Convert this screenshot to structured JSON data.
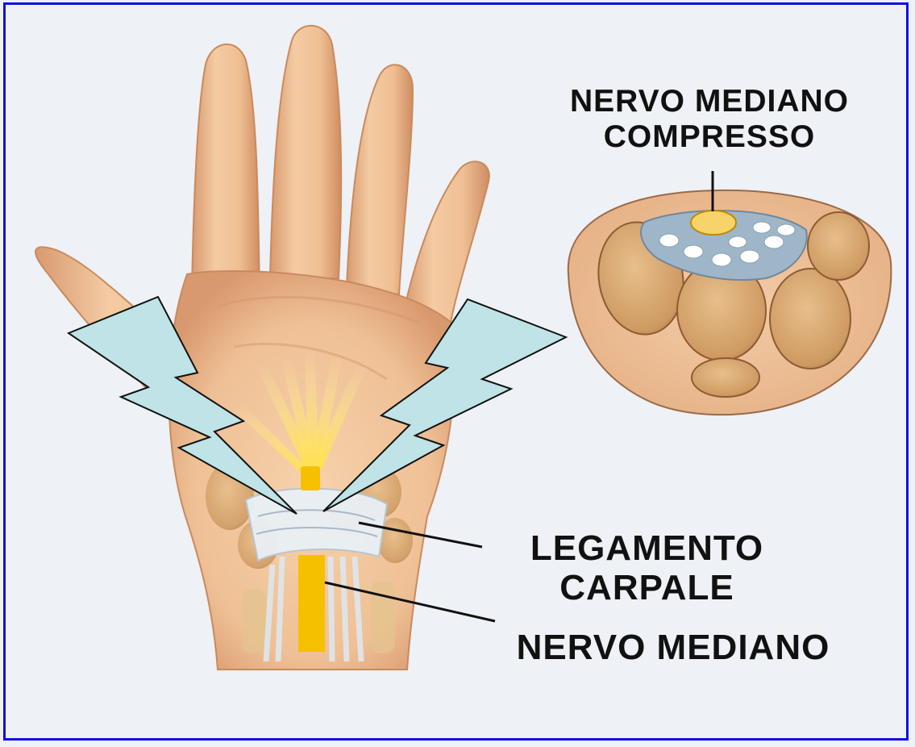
{
  "labels": {
    "compressed_nerve": [
      "NERVO MEDIANO",
      "COMPRESSO"
    ],
    "ligament": [
      "LEGAMENTO",
      "CARPALE"
    ],
    "median_nerve": "NERVO MEDIANO"
  },
  "colors": {
    "frame": "#1010e0",
    "skin": "#f2c9a0",
    "skin_shadow": "#d79a72",
    "lightning": "#bfe3e6",
    "nerve": "#f5c000",
    "bone": "#d9a874",
    "ligament": "#e6eef4",
    "leader_line": "#111111"
  },
  "icons": [
    "lightning-bolt-left",
    "lightning-bolt-right",
    "hand-illustration",
    "wrist-cross-section"
  ]
}
